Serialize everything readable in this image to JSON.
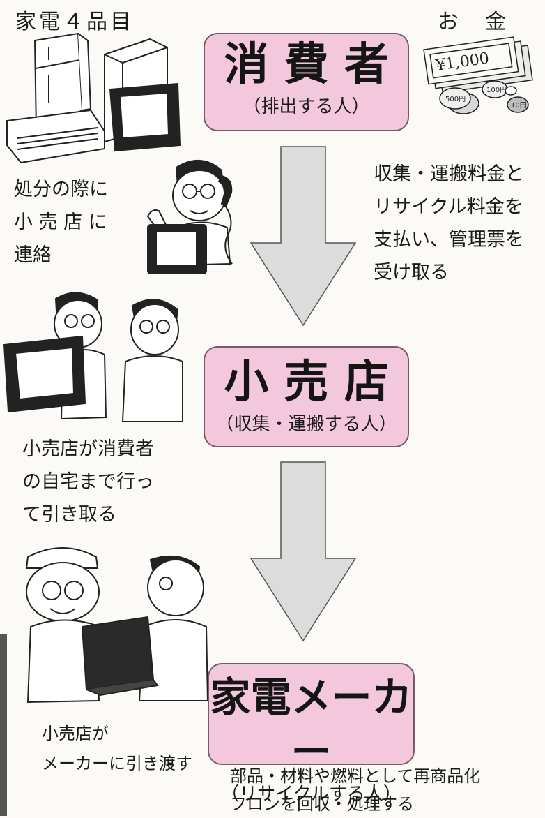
{
  "labels": {
    "appliances": "家電４品目",
    "money": "お　金",
    "bill": "¥1,000",
    "coin_500": "500円",
    "coin_100": "100円",
    "coin_10": "10円"
  },
  "boxes": [
    {
      "title": "消 費 者",
      "subtitle": "（排出する人）"
    },
    {
      "title": "小 売 店",
      "subtitle": "（収集・運搬する人）"
    },
    {
      "title": "家電メーカー",
      "subtitle": "（リサイクルする人）"
    }
  ],
  "notes": {
    "contact": "処分の際に\n小 売 店 に\n連絡",
    "payment": "収集・運搬料金と\nリサイクル料金を\n支払い、管理票を\n受け取る",
    "pickup": "小売店が消費者\nの自宅まで行っ\nて引き取る",
    "handover": "小売店が\nメーカーに引き渡す",
    "recycle": "部品・材料や燃料として再商品化\nフロンを回収・処理する"
  },
  "colors": {
    "box_fill": "#f3c8dc",
    "arrow_fill": "#dcdcdc"
  },
  "icons": [
    "refrigerator-icon",
    "washing-machine-icon",
    "air-conditioner-icon",
    "tv-icon",
    "banknote-icon",
    "coin-icon",
    "telephone-icon",
    "person-icon",
    "box-package-icon"
  ]
}
